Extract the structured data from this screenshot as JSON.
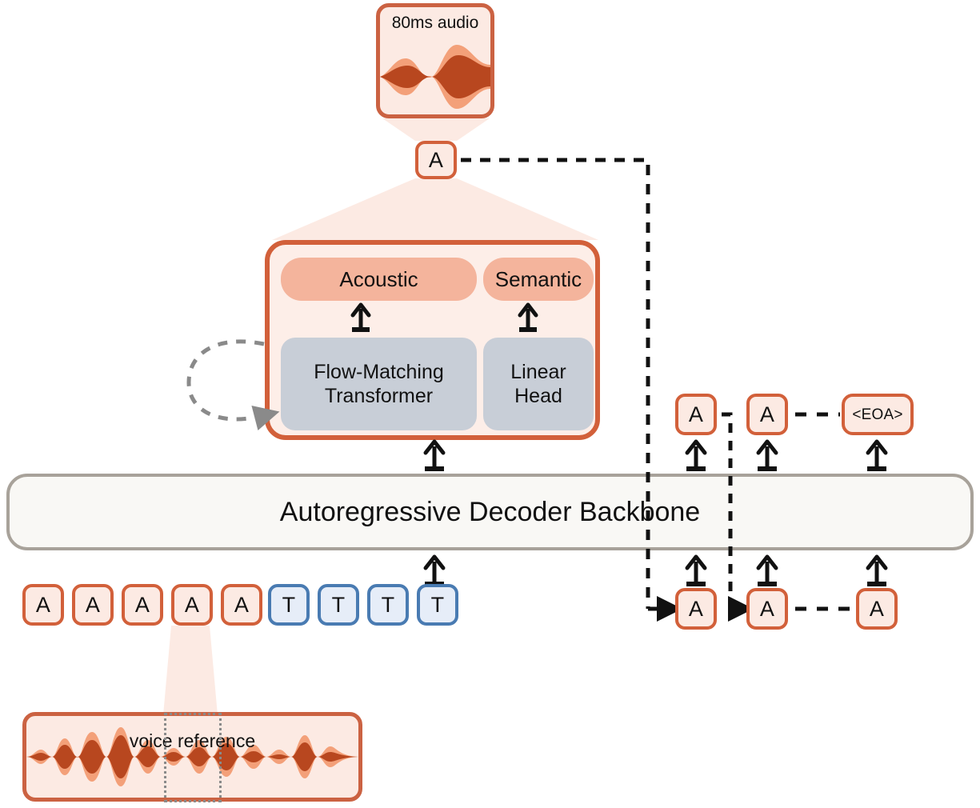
{
  "diagram": {
    "title": "Autoregressive speech decoder architecture",
    "audio_card": {
      "label": "80ms audio",
      "icon": "waveform-icon"
    },
    "generated_token": {
      "label": "A"
    },
    "module": {
      "outputs": [
        {
          "name": "acoustic",
          "label": "Acoustic"
        },
        {
          "name": "semantic",
          "label": "Semantic"
        }
      ],
      "heads": [
        {
          "name": "flow-matching-transformer",
          "label": "Flow-Matching\nTransformer",
          "line1": "Flow-Matching",
          "line2": "Transformer"
        },
        {
          "name": "linear-head",
          "label": "Linear\nHead",
          "line1": "Linear",
          "line2": "Head"
        }
      ],
      "recurrence_icon": "dashed-loop-arrow-icon"
    },
    "backbone": {
      "label": "Autoregressive Decoder Backbone"
    },
    "input_sequence": {
      "tokens": [
        {
          "label": "A",
          "kind": "audio"
        },
        {
          "label": "A",
          "kind": "audio"
        },
        {
          "label": "A",
          "kind": "audio"
        },
        {
          "label": "A",
          "kind": "audio"
        },
        {
          "label": "A",
          "kind": "audio"
        },
        {
          "label": "T",
          "kind": "text"
        },
        {
          "label": "T",
          "kind": "text"
        },
        {
          "label": "T",
          "kind": "text"
        },
        {
          "label": "T",
          "kind": "text"
        }
      ]
    },
    "output_sequence": {
      "tokens": [
        {
          "label": "A",
          "kind": "audio"
        },
        {
          "label": "A",
          "kind": "audio"
        },
        {
          "label": "<EOA>",
          "kind": "audio"
        }
      ],
      "ellipsis": "- - - -"
    },
    "feedback_sequence": {
      "tokens": [
        {
          "label": "A",
          "kind": "audio"
        },
        {
          "label": "A",
          "kind": "audio"
        },
        {
          "label": "A",
          "kind": "audio"
        }
      ],
      "ellipsis": "- - - -"
    },
    "voice_reference": {
      "label": "voice reference",
      "icon": "waveform-icon",
      "crop_icon": "dotted-selection-icon"
    },
    "colors": {
      "audio_accent": "#D2603A",
      "audio_fill": "#FCEAE3",
      "text_accent": "#497BB2",
      "text_fill": "#E6EDF8",
      "module_fill": "#FDEEE8",
      "pill_fill": "#F4B49C",
      "head_fill": "#C8CED7",
      "backbone_fill": "#F9F8F5",
      "backbone_border": "#A8A29A",
      "waveform_dark": "#B8471F",
      "waveform_light": "#F3A079",
      "funnel_fill": "#FCEAE3",
      "dashed_line": "#111111",
      "loop_line": "#8A8A8A"
    }
  }
}
